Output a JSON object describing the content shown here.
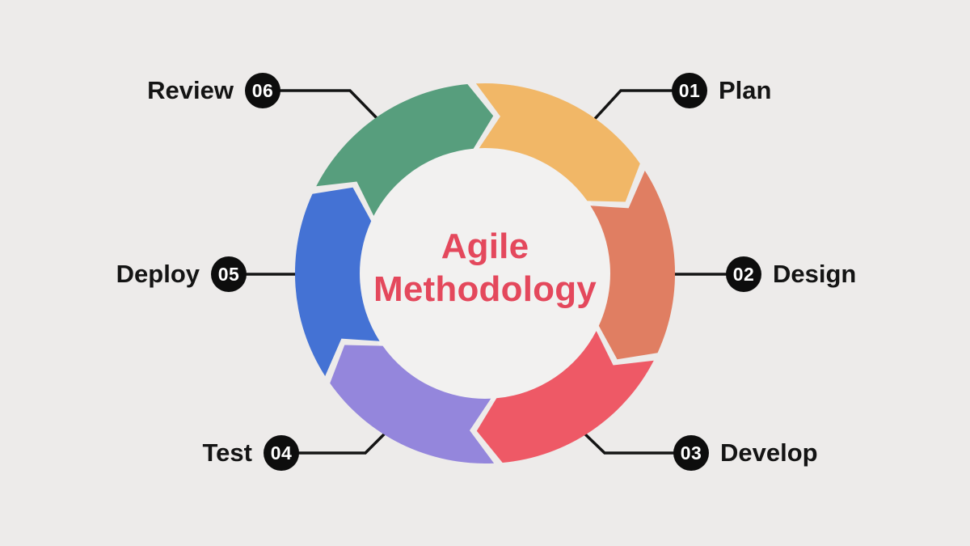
{
  "title": {
    "line1": "Agile",
    "line2": "Methodology",
    "color": "#e4485c"
  },
  "background_color": "#edebea",
  "inner_circle_color": "#f2f1f0",
  "connector_color": "#141414",
  "badge": {
    "bg": "#0d0d0d",
    "text_color": "#ffffff"
  },
  "steps": [
    {
      "number": "01",
      "label": "Plan",
      "color": "#f1b767",
      "side": "right"
    },
    {
      "number": "02",
      "label": "Design",
      "color": "#e07e62",
      "side": "right"
    },
    {
      "number": "03",
      "label": "Develop",
      "color": "#ee5966",
      "side": "right"
    },
    {
      "number": "04",
      "label": "Test",
      "color": "#9486dc",
      "side": "left"
    },
    {
      "number": "05",
      "label": "Deploy",
      "color": "#4472d4",
      "side": "left"
    },
    {
      "number": "06",
      "label": "Review",
      "color": "#579e7d",
      "side": "left"
    }
  ]
}
